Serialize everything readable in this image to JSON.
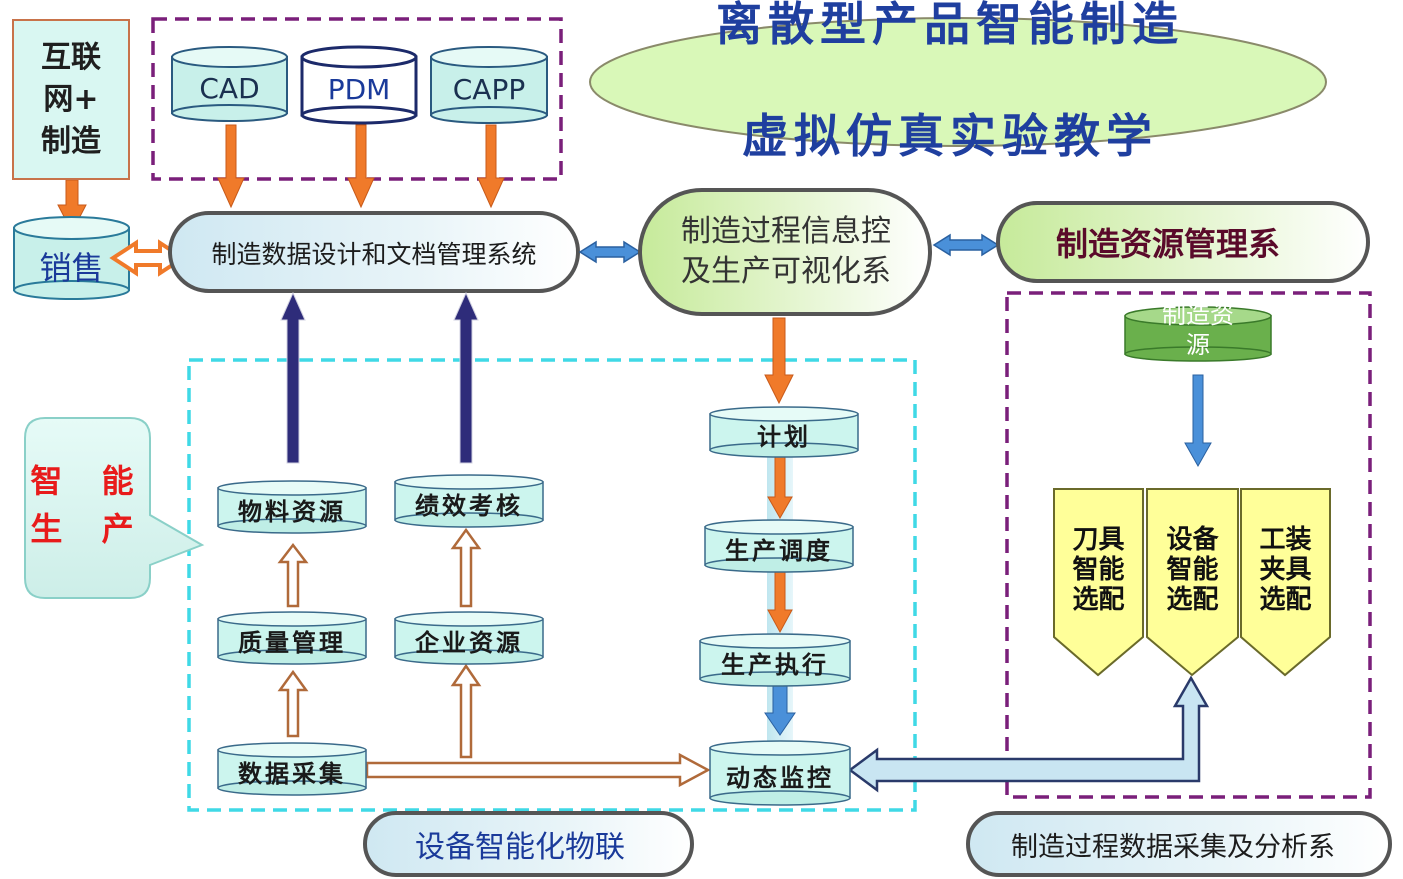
{
  "title": {
    "line1": "离散型产品智能制造",
    "line2": "虚拟仿真实验教学"
  },
  "internet_box": "互联\n网+\n制造",
  "cad_dbs": [
    "CAD",
    "PDM",
    "CAPP"
  ],
  "sales": "销售",
  "design_system": "制造数据设计和文档管理系统",
  "process_control": "制造过程信息控\n及生产可视化系",
  "resource_mgmt": "制造资源管理系",
  "resource_cyl": "制造资\n源",
  "smart_production": "智 能\n生 产",
  "left_flow": [
    "物料资源",
    "质量管理",
    "数据采集"
  ],
  "mid_flow": [
    "绩效考核",
    "企业资源"
  ],
  "right_flow": [
    "计划",
    "生产调度",
    "生产执行",
    "动态监控"
  ],
  "tools": [
    "刀具\n智能\n选配",
    "设备\n智能\n选配",
    "工装\n夹具\n选配"
  ],
  "iot_label": "设备智能化物联",
  "collection_label": "制造过程数据采集及分析系",
  "colors": {
    "title_ellipse": "#d9f8b8",
    "title_text": "#1f3f9f",
    "orange_arrow": "#f07a2a",
    "navy_arrow": "#2e2c7a",
    "blue_arrow": "#4a90d9",
    "cylinder_fill": "#ccf5ee",
    "purple_dash": "#7a1f7a",
    "cyan_dash": "#3fd9e6",
    "tool_fill": "#ffff99",
    "resource_green": "#6ab04c"
  }
}
